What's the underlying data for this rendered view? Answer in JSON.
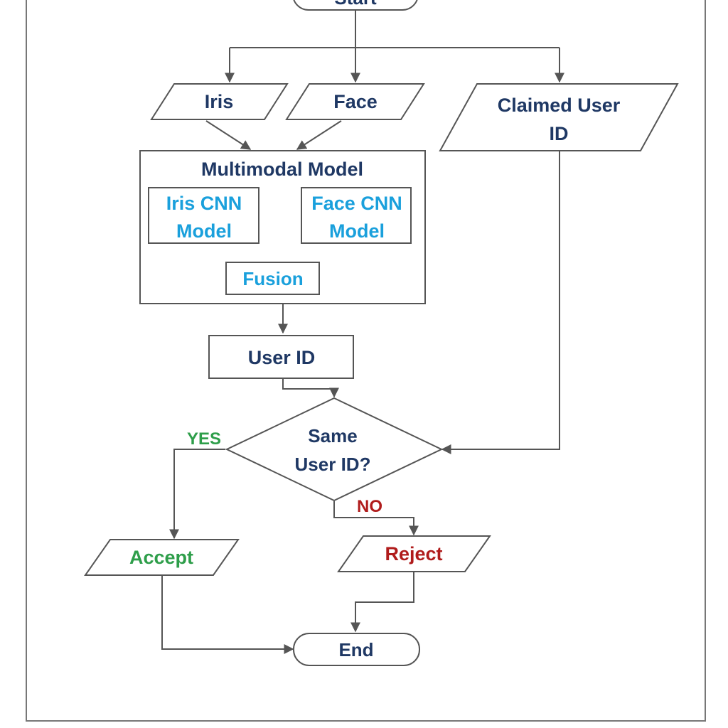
{
  "nodes": {
    "start": "Start",
    "iris_input": "Iris",
    "face_input": "Face",
    "claimed_id_line1": "Claimed User",
    "claimed_id_line2": "ID",
    "multimodal_title": "Multimodal Model",
    "iris_cnn_line1": "Iris CNN",
    "iris_cnn_line2": "Model",
    "face_cnn_line1": "Face CNN",
    "face_cnn_line2": "Model",
    "fusion": "Fusion",
    "user_id": "User ID",
    "decision_line1": "Same",
    "decision_line2": "User ID?",
    "accept": "Accept",
    "reject": "Reject",
    "end": "End"
  },
  "edges": {
    "yes_label": "YES",
    "no_label": "NO"
  },
  "colors": {
    "text_primary": "#1f3864",
    "text_model": "#1aa0dc",
    "accept": "#2e9e4a",
    "reject": "#b01c1c",
    "stroke": "#555555"
  }
}
